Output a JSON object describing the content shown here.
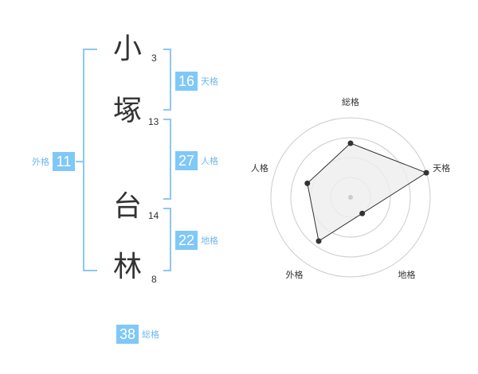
{
  "name": {
    "characters": [
      {
        "char": "小",
        "strokes": "3"
      },
      {
        "char": "塚",
        "strokes": "13"
      },
      {
        "char": "台",
        "strokes": "14"
      },
      {
        "char": "林",
        "strokes": "8"
      }
    ]
  },
  "scores": {
    "tenkaku": {
      "value": "16",
      "label": "天格"
    },
    "jinkaku": {
      "value": "27",
      "label": "人格"
    },
    "chikaku": {
      "value": "22",
      "label": "地格"
    },
    "gaikaku": {
      "value": "11",
      "label": "外格"
    },
    "soukaku": {
      "value": "38",
      "label": "総格"
    }
  },
  "colors": {
    "accent": "#7fc8f8",
    "accent_text": "#6fb8ec",
    "bracket": "#8cc8ee",
    "radar_fill": "#eeeeee",
    "radar_line": "#333333",
    "radar_ring": "#cccccc"
  },
  "chart_data": {
    "type": "radar",
    "axes": [
      "総格",
      "天格",
      "地格",
      "外格",
      "人格"
    ],
    "values": [
      0.68,
      1.0,
      0.25,
      0.68,
      0.57
    ],
    "rings": 4,
    "max": 1.0
  }
}
